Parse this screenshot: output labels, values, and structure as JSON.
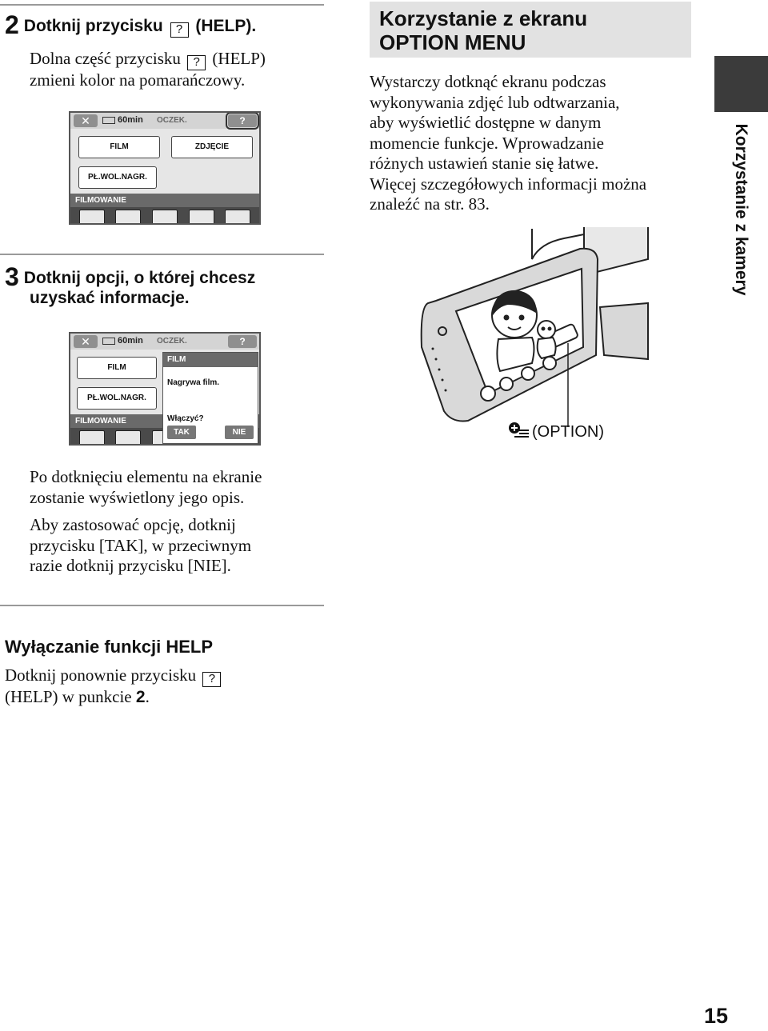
{
  "step2": {
    "number": "2",
    "title_pre": "Dotknij przycisku",
    "title_help_icon": "?",
    "title_post": "(HELP).",
    "text_pre": "Dolna część przycisku",
    "text_help_icon": "?",
    "text_post_1": "(HELP)",
    "text_line2": "zmieni kolor na pomarańczowy."
  },
  "screen1": {
    "close": "✕",
    "battery_time": "60min",
    "mode": "OCZEK.",
    "help": "?",
    "btn_film": "FILM",
    "btn_photo": "ZDJĘCIE",
    "btn_slow": "PŁ.WOL.NAGR.",
    "band": "FILMOWANIE",
    "help_border_color": "#f39200"
  },
  "step3": {
    "number": "3",
    "title_line1": "Dotknij opcji, o której chcesz",
    "title_line2": "uzyskać informacje."
  },
  "screen2": {
    "close": "✕",
    "battery_time": "60min",
    "mode": "OCZEK.",
    "help": "?",
    "btn_film": "FILM",
    "btn_slow": "PŁ.WOL.NAGR.",
    "band": "FILMOWANIE",
    "popup_title": "FILM",
    "popup_desc": "Nagrywa film.",
    "popup_question": "Włączyć?",
    "popup_yes": "TAK",
    "popup_no": "NIE"
  },
  "after_step3": {
    "p1_line1": "Po dotknięciu elementu na ekranie",
    "p1_line2": "zostanie wyświetlony jego opis.",
    "p2_line1": "Aby zastosować opcję, dotknij",
    "p2_line2": "przycisku [TAK], w przeciwnym",
    "p2_line3": "razie dotknij przycisku [NIE]."
  },
  "help_off": {
    "heading": "Wyłączanie funkcji HELP",
    "line1_pre": "Dotknij ponownie przycisku",
    "line1_icon": "?",
    "line2_pre": "(HELP) w punkcie ",
    "line2_bold": "2",
    "line2_post": "."
  },
  "option_menu": {
    "heading_line1": "Korzystanie z ekranu",
    "heading_line2": "OPTION MENU",
    "lines": [
      "Wystarczy dotknąć ekranu podczas",
      "wykonywania zdjęć lub odtwarzania,",
      "aby wyświetlić dostępne w danym",
      "momencie funkcje. Wprowadzanie",
      "różnych ustawień stanie się łatwe.",
      "Więcej szczegółowych informacji można",
      "znaleźć na str. 83."
    ],
    "option_label": "(OPTION)"
  },
  "side_tab": {
    "label": "Korzystanie z kamery"
  },
  "page_number": "15"
}
